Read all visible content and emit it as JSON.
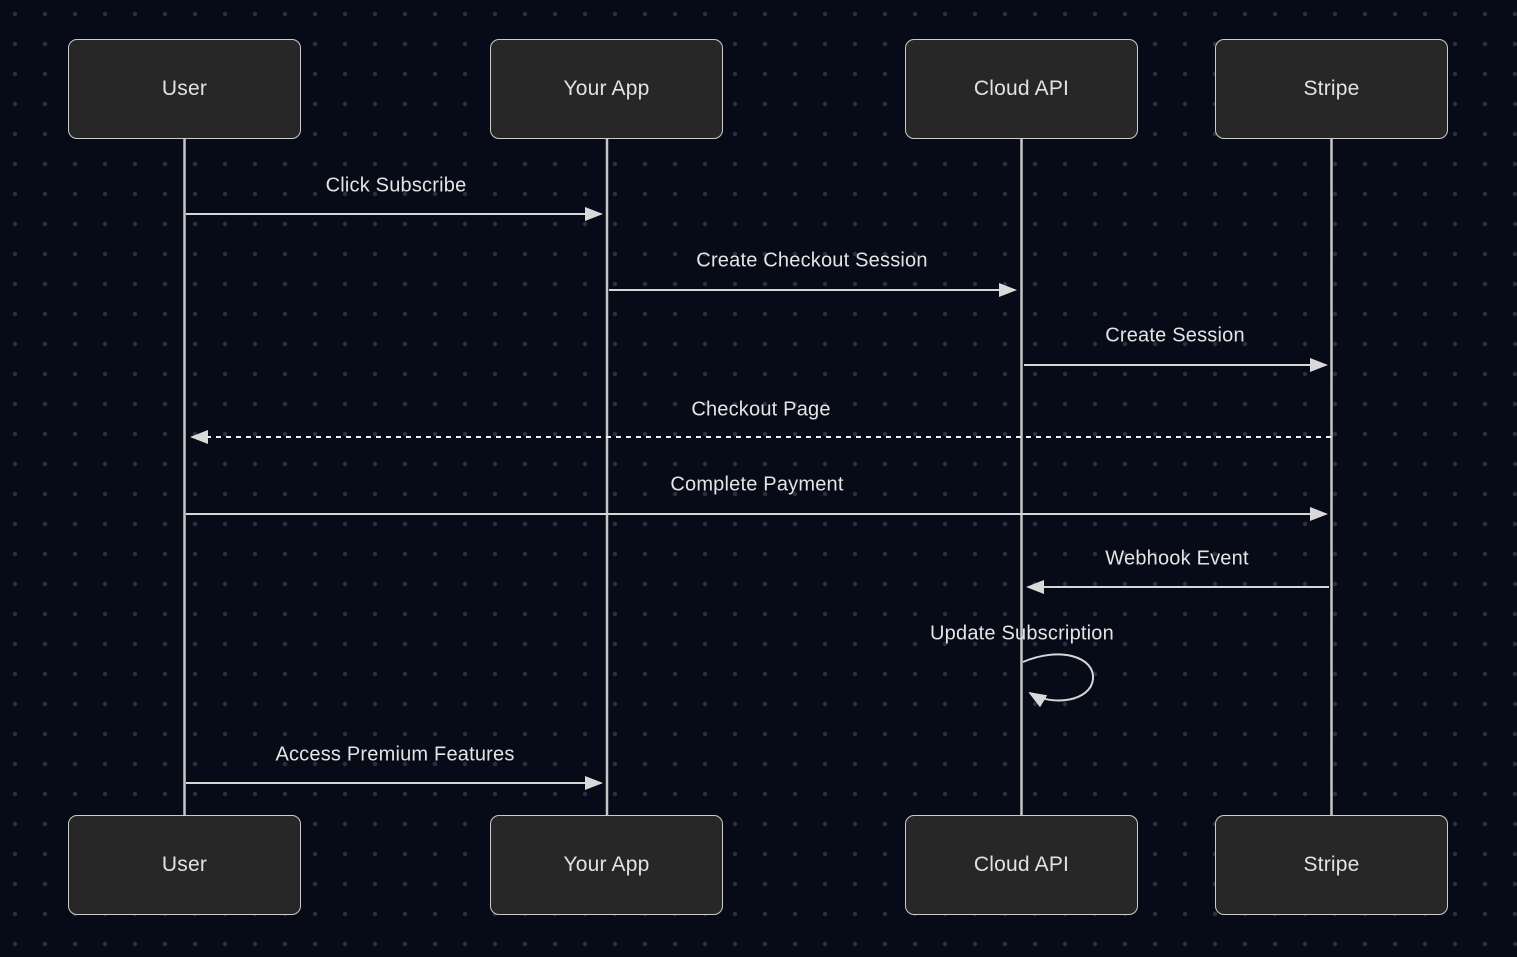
{
  "diagram": {
    "type": "sequence-diagram",
    "theme": {
      "background": "#070b18",
      "dot_color": "#2a303e",
      "box_fill": "#272728",
      "box_border": "#cbcbcb",
      "text_color": "#e4e4e4",
      "lifeline_color": "#c6c6c6",
      "arrow_color": "#d6d6d6"
    },
    "actors": [
      {
        "id": "user",
        "name": "User"
      },
      {
        "id": "your-app",
        "name": "Your App"
      },
      {
        "id": "cloud-api",
        "name": "Cloud API"
      },
      {
        "id": "stripe",
        "name": "Stripe"
      }
    ],
    "messages": [
      {
        "label": "Click Subscribe",
        "from": "User",
        "to": "Your App",
        "line": "solid"
      },
      {
        "label": "Create Checkout Session",
        "from": "Your App",
        "to": "Cloud API",
        "line": "solid"
      },
      {
        "label": "Create Session",
        "from": "Cloud API",
        "to": "Stripe",
        "line": "solid"
      },
      {
        "label": "Checkout Page",
        "from": "Stripe",
        "to": "User",
        "line": "dashed"
      },
      {
        "label": "Complete Payment",
        "from": "User",
        "to": "Stripe",
        "line": "solid"
      },
      {
        "label": "Webhook Event",
        "from": "Stripe",
        "to": "Cloud API",
        "line": "solid"
      },
      {
        "label": "Update Subscription",
        "from": "Cloud API",
        "to": "Cloud API",
        "line": "self-loop"
      },
      {
        "label": "Access Premium Features",
        "from": "User",
        "to": "Your App",
        "line": "solid"
      }
    ]
  }
}
